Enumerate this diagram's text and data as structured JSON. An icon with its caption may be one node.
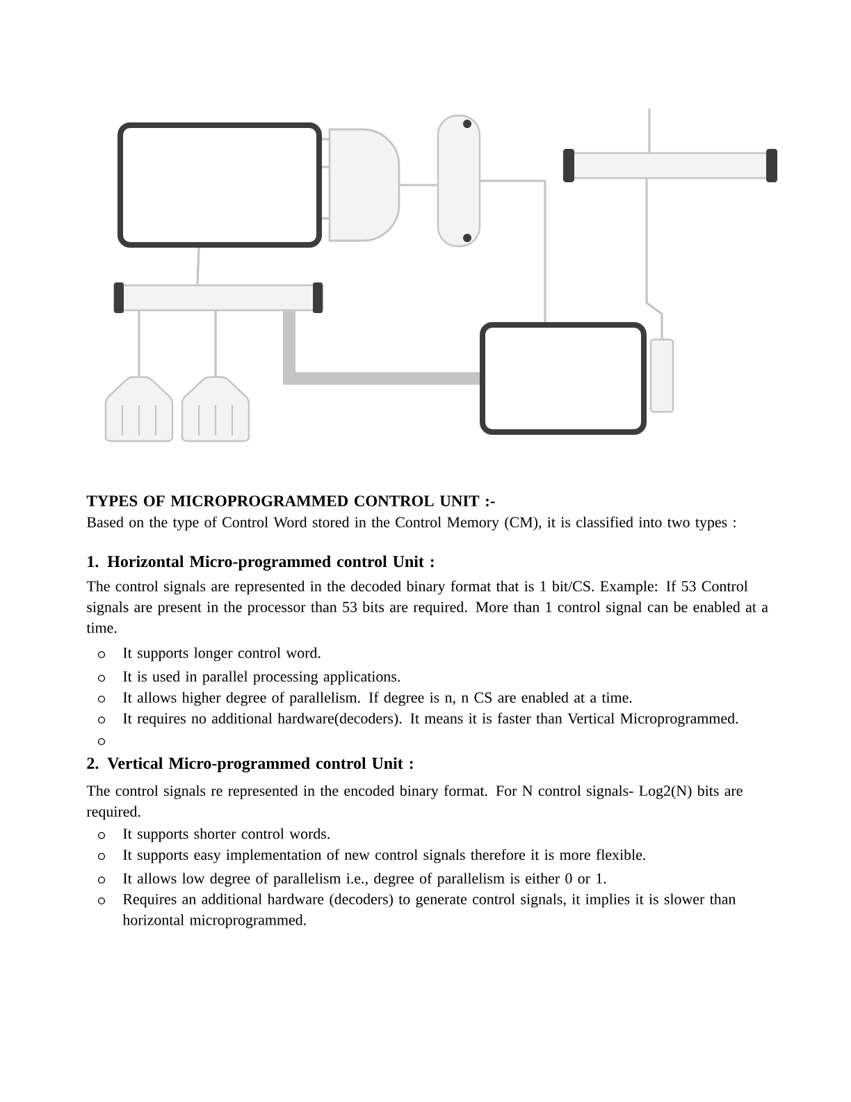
{
  "diagram": {
    "nodes": [
      {
        "text": [],
        "shape": "box"
      },
      {
        "text": [],
        "shape": "box"
      },
      {
        "text": [],
        "shape": "cylinder"
      },
      {
        "text": [],
        "shape": "cylinder"
      },
      {
        "text": [],
        "shape": "bar"
      },
      {
        "text": [],
        "shape": "box"
      },
      {
        "text": [],
        "shape": "box"
      },
      {
        "text": [],
        "shape": "picture"
      },
      {
        "text": [],
        "shape": "picture"
      }
    ],
    "edges": [
      {
        "from": 0,
        "to": 1,
        "arrow": "none"
      },
      {
        "from": 0,
        "to": 1,
        "arrow": "none"
      },
      {
        "from": 0,
        "to": 1,
        "arrow": "none"
      },
      {
        "from": 1,
        "to": 2,
        "arrow": "none"
      },
      {
        "from": 2,
        "to": 5,
        "arrow": "none"
      },
      {
        "from": null,
        "to": 3,
        "arrow": "none"
      },
      {
        "from": 3,
        "to": 6,
        "arrow": "none"
      },
      {
        "from": 0,
        "to": 4,
        "arrow": "none"
      },
      {
        "from": 4,
        "to": 7,
        "arrow": "none"
      },
      {
        "from": 4,
        "to": 8,
        "arrow": "none"
      },
      {
        "from": 4,
        "to": 5,
        "arrow": "none",
        "style": "thick"
      }
    ],
    "labels": [
      "TYPES OF MICROPROGRAMMED CONTROL UNIT :-",
      "Based on the type of Control Word stored in the Control Memory (CM), it is classified into two types :",
      "1. Horizontal Micro-programmed control Unit :",
      "The control signals are represented in the decoded binary format that is 1 bit/CS. Example: If 53 Control signals are present in the processor than 53 bits are required. More than 1 control signal can be enabled at a time.",
      "It supports longer control word.",
      "It is used in parallel processing applications.",
      "It allows higher degree of parallelism. If degree is n, n CS are enabled at a time.",
      "It requires no additional hardware(decoders). It means it is faster than Vertical Microprogrammed.",
      "2. Vertical Micro-programmed control Unit :",
      "The control signals re represented in the encoded binary format. For N control signals- Log2(N) bits are required.",
      "It supports shorter control words.",
      "It supports easy implementation of new control signals therefore it is more flexible.",
      "It allows low degree of parallelism i.e., degree of parallelism is either 0 or 1.",
      "Requires an additional hardware (decoders) to generate control signals, it implies it is slower than horizontal microprogrammed."
    ]
  }
}
